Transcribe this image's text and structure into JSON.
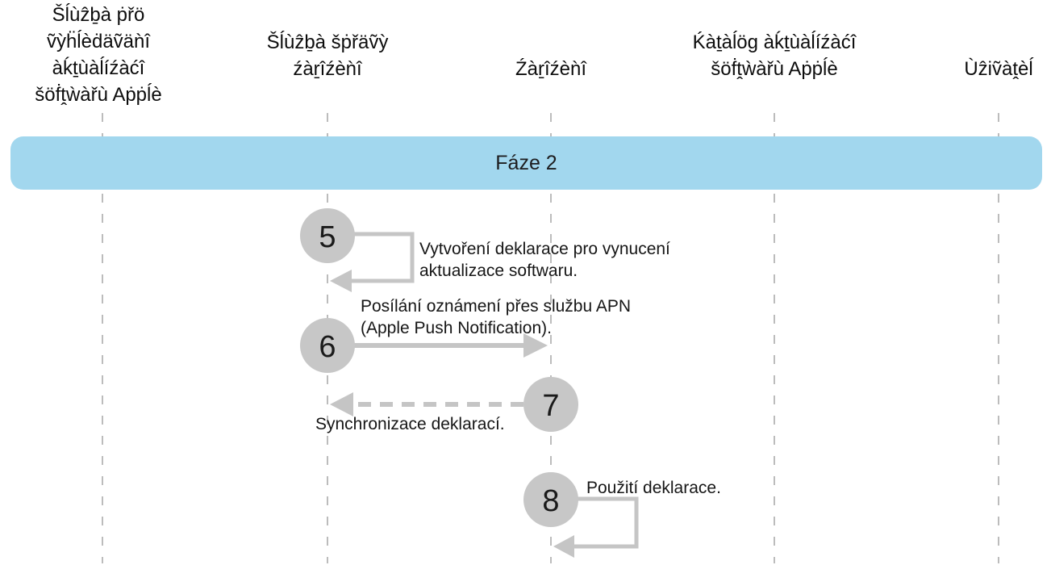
{
  "diagram": {
    "lanes": [
      {
        "id": "update-discovery-service",
        "name_lines": [
          "Šĺùẑḇà ṗřö",
          "ṽỳḧĺèḋäṽäǹî",
          "àḱṯùàĺíźàćî",
          "šöḟṱẁàřù Aṗṗĺè"
        ]
      },
      {
        "id": "device-management-service",
        "name_lines": [
          "Šĺùẑḇà šṗřäṽỳ",
          "źàṟîźèǹî"
        ]
      },
      {
        "id": "device",
        "name_lines": [
          "Źàṟîźèǹî"
        ]
      },
      {
        "id": "software-update-catalog",
        "name_lines": [
          "Ḱàṯàĺög àḱṯùàĺíźàćî",
          "šöḟṱẁàřù Aṗṗĺè"
        ]
      },
      {
        "id": "user",
        "name_lines": [
          "Ùẑiṽàṱèĺ"
        ]
      }
    ],
    "phase_banner": {
      "label": "Fáze 2"
    },
    "steps": [
      {
        "number": "5",
        "type": "self-loop",
        "lane": "device-management-service",
        "caption_lines": [
          "Vytvoření deklarace pro vynucení",
          "aktualizace softwaru."
        ]
      },
      {
        "number": "6",
        "type": "solid-arrow",
        "from": "device-management-service",
        "to": "device",
        "caption_lines": [
          "Posílání oznámení přes službu APN",
          "(Apple Push Notification)."
        ]
      },
      {
        "number": "7",
        "type": "dashed-arrow",
        "from": "device",
        "to": "device-management-service",
        "caption_lines": [
          "Synchronizace deklarací."
        ]
      },
      {
        "number": "8",
        "type": "self-loop",
        "lane": "device",
        "caption_lines": [
          "Použití deklarace."
        ]
      }
    ],
    "colors": {
      "banner_bg": "#A2D7EE",
      "banner_text": "#1D1D1F",
      "step_circle_fill": "#C7C7C7",
      "arrow": "#C5C5C5",
      "lifeline": "#ABABAB",
      "text": "#111111"
    }
  }
}
